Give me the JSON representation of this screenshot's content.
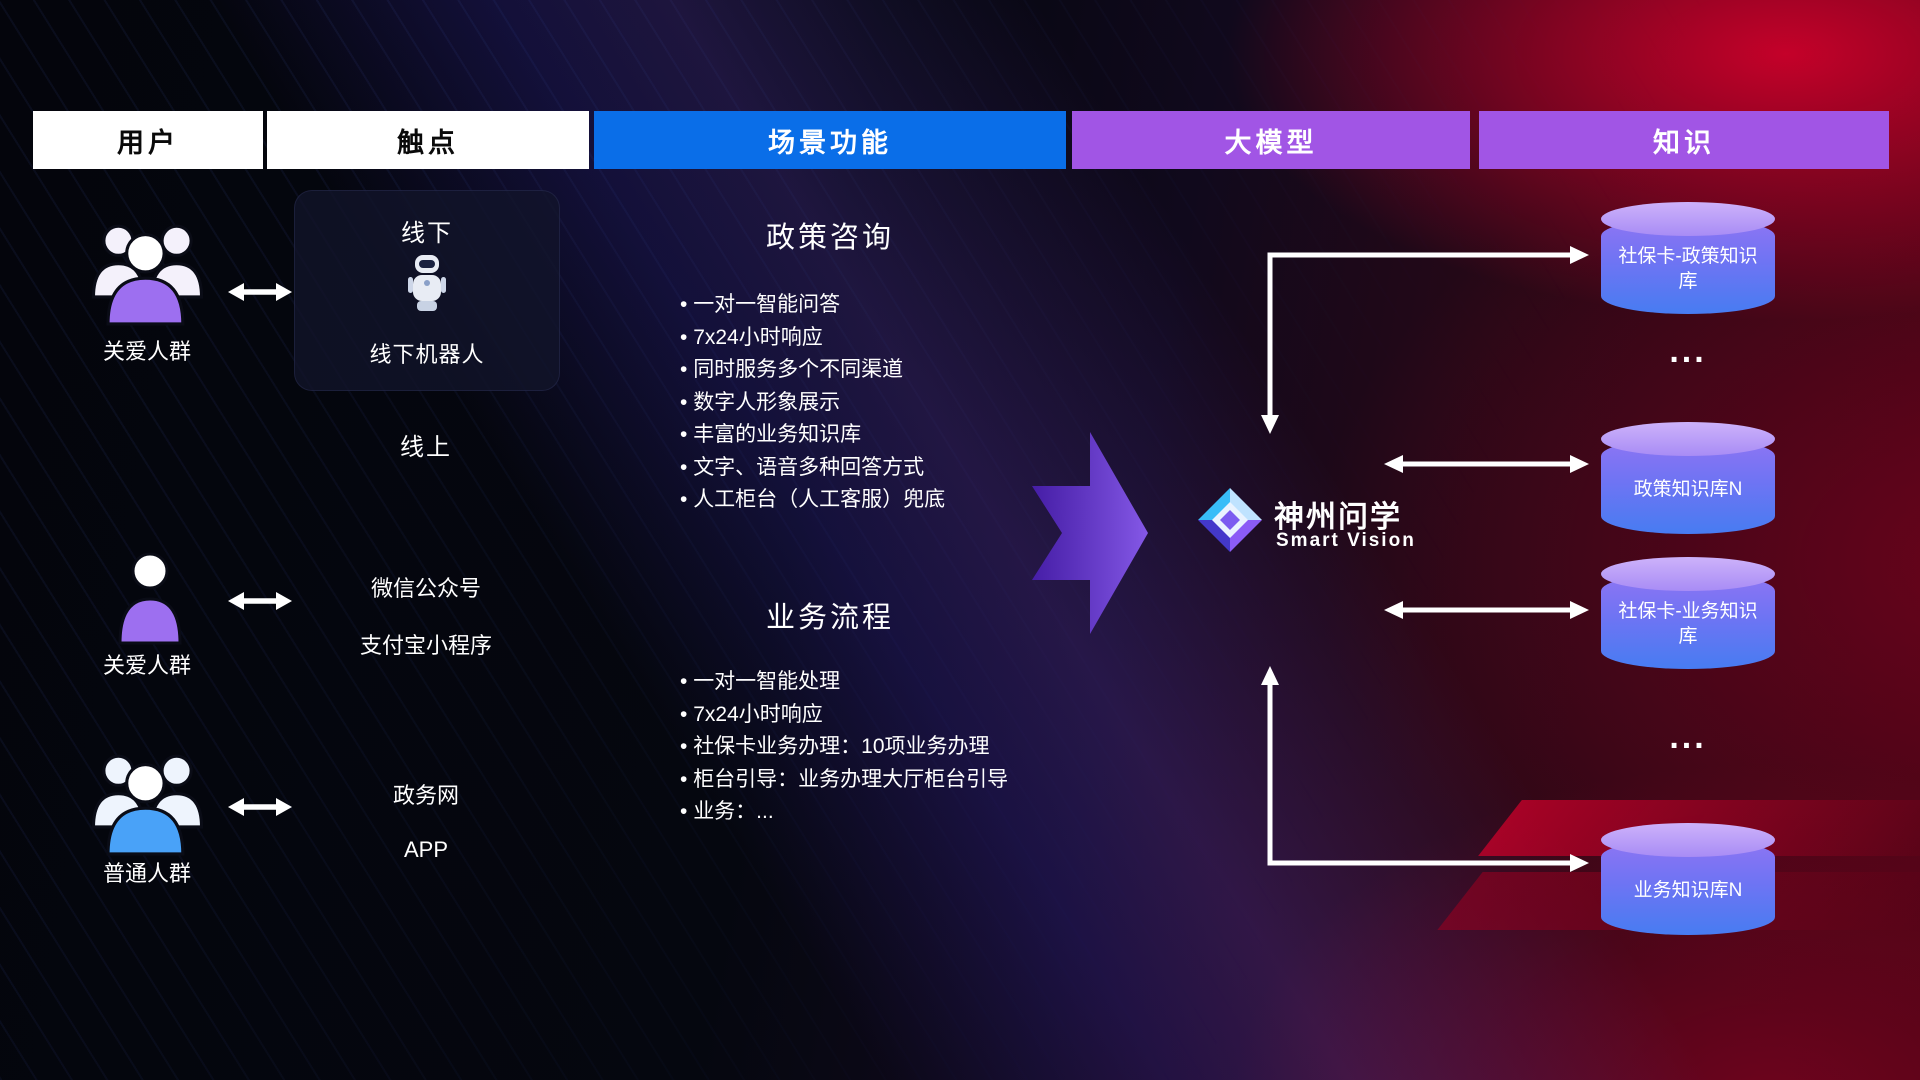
{
  "headers": {
    "user": "用户",
    "touchpoint": "触点",
    "scene": "场景功能",
    "model": "大模型",
    "knowledge": "知识"
  },
  "users": {
    "care_group_1": "关爱人群",
    "care_group_2": "关爱人群",
    "normal_group": "普通人群"
  },
  "touchpoints": {
    "offline_title": "线下",
    "offline_robot_label": "线下机器人",
    "online_title": "线上",
    "wechat": "微信公众号",
    "alipay": "支付宝小程序",
    "gov_web": "政务网",
    "app": "APP"
  },
  "scene_policy": {
    "title": "政策咨询",
    "items": [
      "一对一智能问答",
      "7x24小时响应",
      "同时服务多个不同渠道",
      "数字人形象展示",
      "丰富的业务知识库",
      "文字、语音多种回答方式",
      "人工柜台（人工客服）兜底"
    ]
  },
  "scene_business": {
    "title": "业务流程",
    "items": [
      "一对一智能处理",
      "7x24小时响应",
      "社保卡业务办理：10项业务办理",
      "柜台引导：业务办理大厅柜台引导",
      "业务：..."
    ]
  },
  "model": {
    "name": "神州问学",
    "subtitle": "Smart Vision"
  },
  "knowledge": {
    "db1": "社保卡-政策知识库",
    "ellipsis1": "...",
    "db2": "政策知识库N",
    "db3": "社保卡-业务知识库",
    "ellipsis2": "...",
    "db4": "业务知识库N"
  },
  "colors": {
    "header_blue": "#0a6ee8",
    "header_purple": "#a155e5",
    "person_purple": "#9d6ff0",
    "person_blue": "#49a2f8",
    "big_arrow_purple": "#6d3df0",
    "cylinder_top": "#c2a4f8",
    "cylinder_bottom": "#447af2"
  }
}
